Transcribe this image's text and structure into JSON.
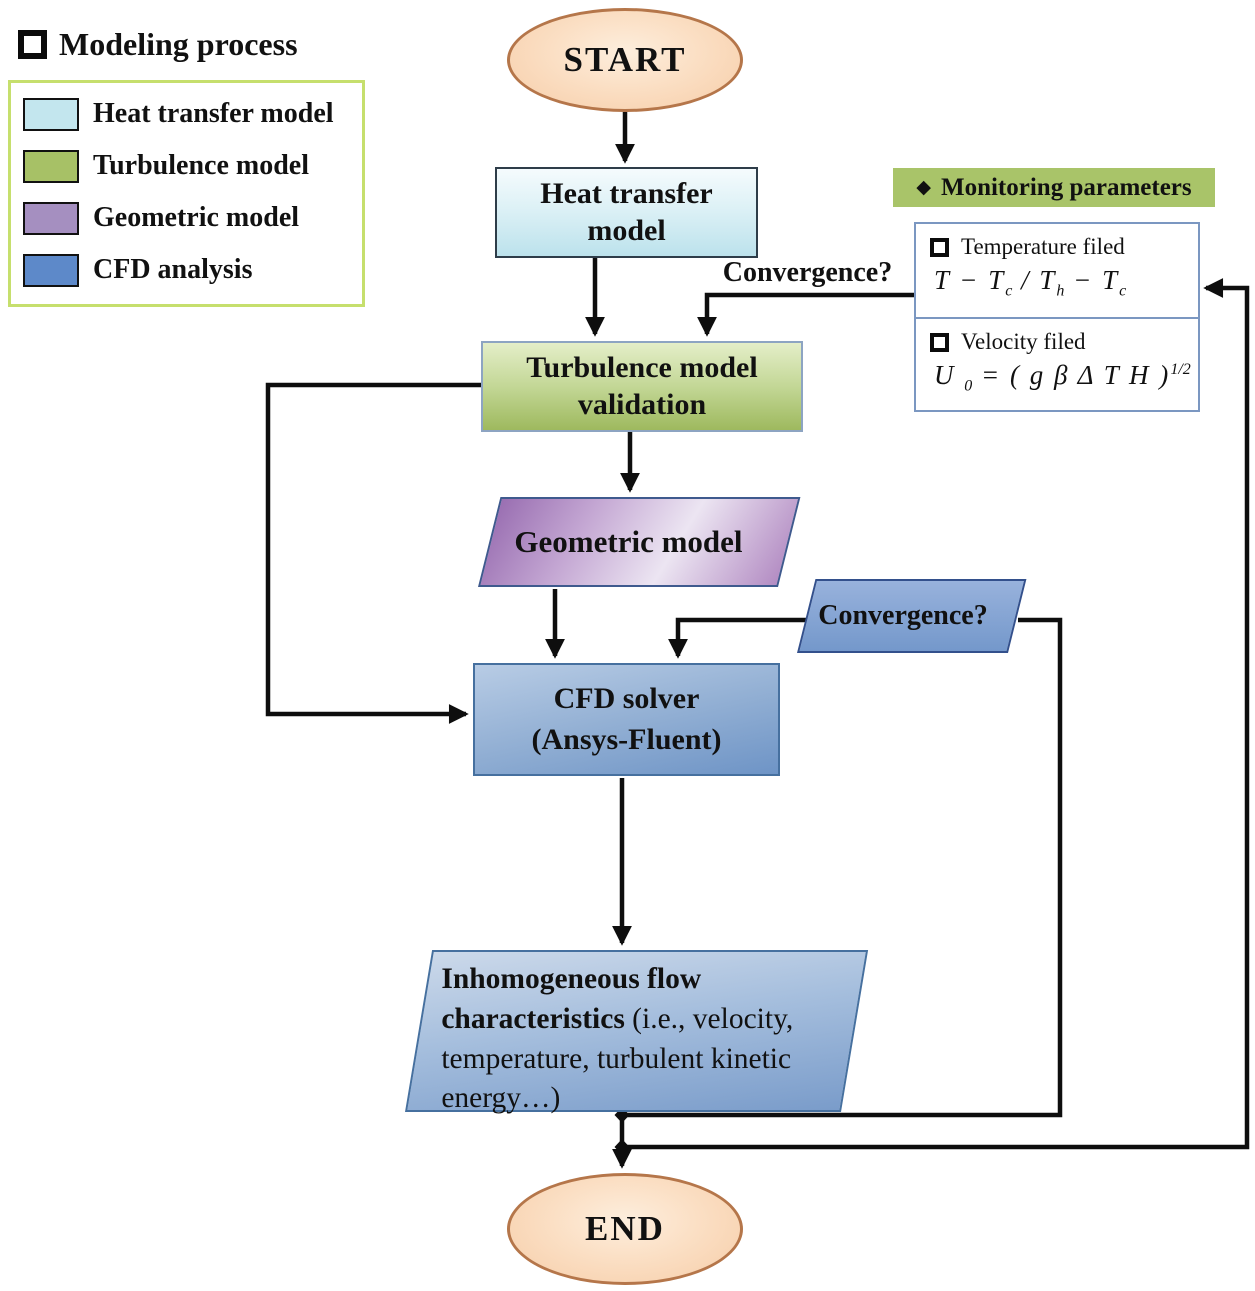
{
  "legend": {
    "title": "Modeling process",
    "items": [
      {
        "label": "Heat transfer model",
        "color": "#c3e6ee"
      },
      {
        "label": "Turbulence model",
        "color": "#a7c166"
      },
      {
        "label": "Geometric model",
        "color": "#a58fc0"
      },
      {
        "label": "CFD analysis",
        "color": "#5d89c9"
      }
    ]
  },
  "nodes": {
    "start": "START",
    "heat_transfer": "Heat transfer model",
    "turbulence": "Turbulence model validation",
    "geometric": "Geometric model",
    "cfd_line1": "CFD solver",
    "cfd_line2": "(Ansys-Fluent)",
    "output_bold": "Inhomogeneous flow characteristics",
    "output_rest": " (i.e., velocity, temperature, turbulent kinetic energy…)",
    "end": "END"
  },
  "labels": {
    "convergence_top": "Convergence?",
    "convergence_loop": "Convergence?"
  },
  "monitoring": {
    "header": "Monitoring parameters",
    "temperature": {
      "label": "Temperature filed",
      "formula": [
        "T − T",
        "c",
        " / T",
        "h",
        " − T",
        "c"
      ]
    },
    "velocity": {
      "label": "Velocity filed",
      "formula": [
        "U ",
        "0",
        " = ( g β Δ T H )",
        "1/2"
      ]
    }
  },
  "icons": {
    "checkbox": "checkbox-icon",
    "diamond": "◆"
  },
  "colors": {
    "terminal_fill": "#f9d5b5",
    "terminal_border": "#b5764a",
    "heat_fill": "#c8e8f0",
    "turbulence_fill": "#a7c166",
    "geometric_fill": "#a58fc0",
    "cfd_fill": "#6e94c6",
    "output_fill": "#8fadd4",
    "convergence_fill": "#7e9fd1",
    "monitoring_header_bg": "#a9c469",
    "monitoring_box_border": "#7b97c1",
    "legend_border": "#c6df6d",
    "arrow": "#0e0e0e"
  }
}
